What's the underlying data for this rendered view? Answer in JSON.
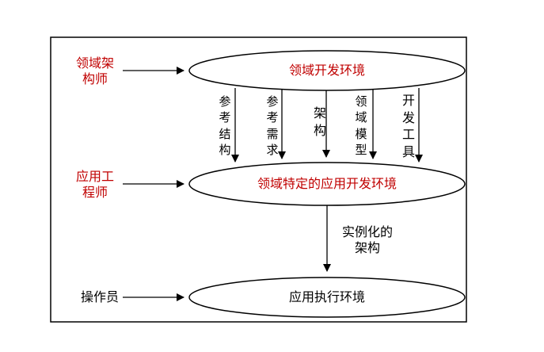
{
  "colors": {
    "role_text": "#c00000",
    "env_text_highlight": "#c00000",
    "line": "#000000"
  },
  "roles": {
    "architect": "领域架\n构师",
    "engineer": "应用工\n程师",
    "operator": "操作员"
  },
  "environments": {
    "domain_dev": "领域开发环境",
    "domain_specific": "领域特定的应用开发环境",
    "app_exec": "应用执行环境"
  },
  "artifacts": {
    "ref_structure": "参考结构",
    "ref_requirements": "参考需求",
    "architecture": "架构",
    "domain_model": "领域模型",
    "dev_tools": "开发工具"
  },
  "flow_label": "实例化的\n架构"
}
